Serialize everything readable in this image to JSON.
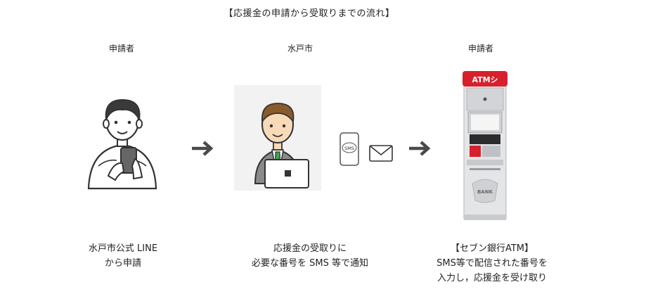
{
  "title": "【応援金の申請から受取りまでの流れ】",
  "columns": [
    {
      "role": "申請者",
      "description": "水戸市公式 LINE\nから申請"
    },
    {
      "role": "水戸市",
      "description": "応援金の受取りに\n必要な番号を SMS 等で通知"
    },
    {
      "role": "申請者",
      "description": "【セブン銀行ATM】\nSMS等で配信された番号を\n入力し，応援金を受け取り"
    }
  ],
  "icons": {
    "phone_bubble": "SMS",
    "atm_sign": "ATMシ",
    "bank_mark": "BANK"
  },
  "colors": {
    "atm_red": "#d7202c",
    "tie_green": "#3fa34d",
    "arrow": "#4a4a4a"
  }
}
